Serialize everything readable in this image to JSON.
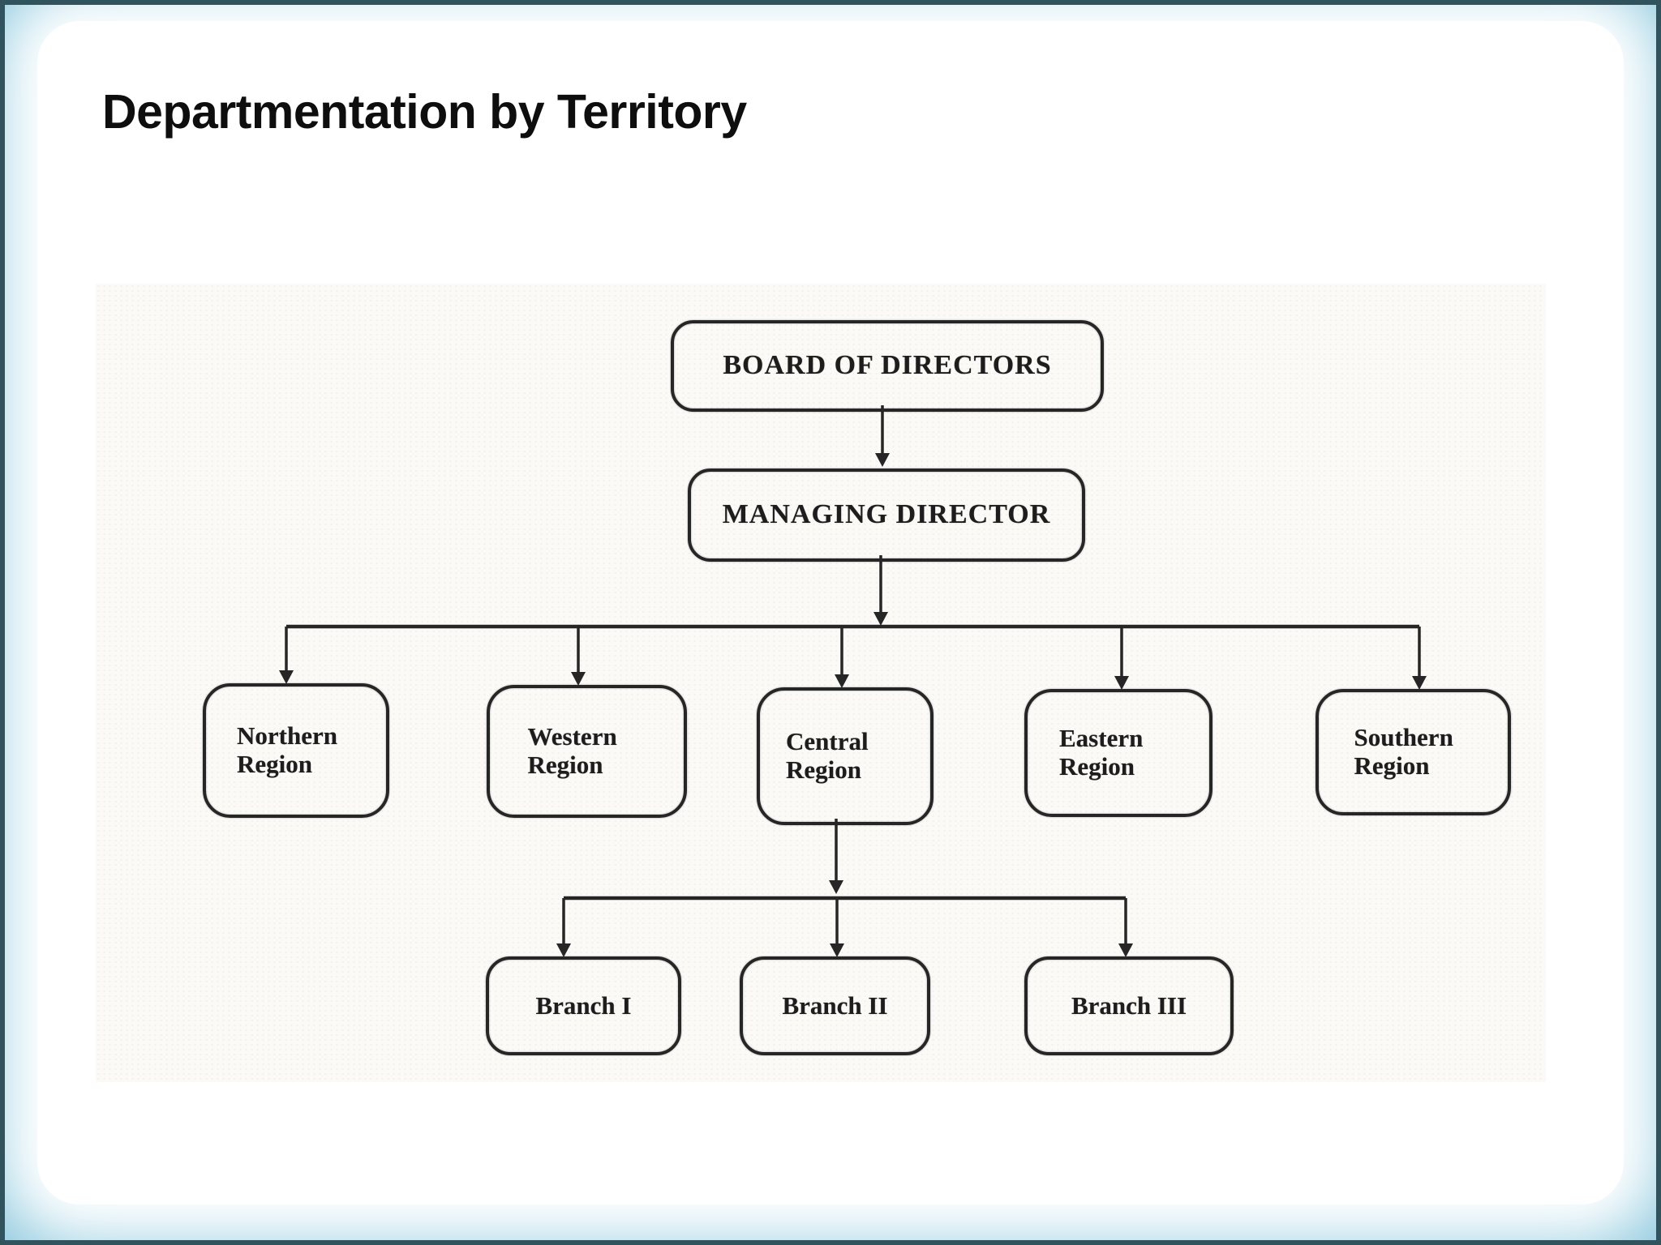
{
  "slide": {
    "title": "Departmentation by Territory"
  },
  "org_chart": {
    "nodes": {
      "board": "BOARD OF DIRECTORS",
      "managing_director": "MANAGING DIRECTOR",
      "region_northern": "Northern Region",
      "region_western": "Western Region",
      "region_central": "Central Region",
      "region_eastern": "Eastern Region",
      "region_southern": "Southern Region",
      "branch_1": "Branch I",
      "branch_2": "Branch II",
      "branch_3": "Branch III"
    },
    "hierarchy": [
      {
        "from": "BOARD OF DIRECTORS",
        "to": [
          "MANAGING DIRECTOR"
        ]
      },
      {
        "from": "MANAGING DIRECTOR",
        "to": [
          "Northern Region",
          "Western Region",
          "Central Region",
          "Eastern Region",
          "Southern Region"
        ]
      },
      {
        "from": "Central Region",
        "to": [
          "Branch I",
          "Branch II",
          "Branch III"
        ]
      }
    ]
  },
  "colors": {
    "frame_blue": "#92cbdf",
    "frame_edge": "#30535e",
    "ink": "#262626",
    "title_ink": "#0e0e0e",
    "paper": "#fbfaf7"
  }
}
